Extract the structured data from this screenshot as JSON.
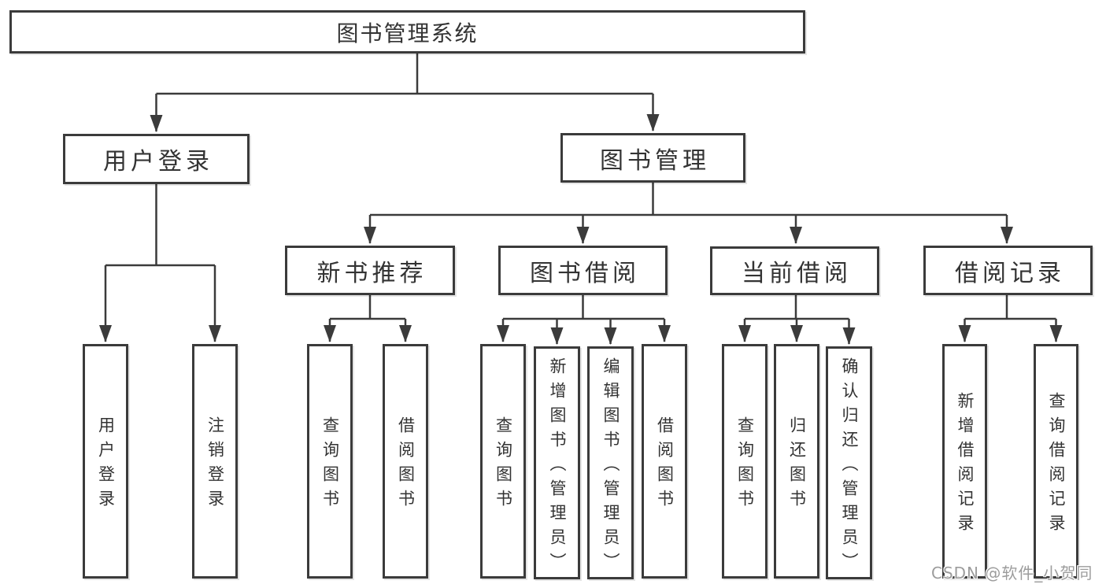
{
  "colors": {
    "line": "#3b3b3b",
    "box_border": "#3b3b3b",
    "box_fill": "#ffffff",
    "text": "#333333",
    "background": "#ffffff",
    "watermark_color": "#9c9c9c"
  },
  "watermark": "CSDN @软件_小贺同学",
  "tree": {
    "label": "图书管理系统",
    "children": [
      {
        "label": "用户登录",
        "children": [
          {
            "label": "用户登录"
          },
          {
            "label": "注销登录"
          }
        ]
      },
      {
        "label": "图书管理",
        "children": [
          {
            "label": "新书推荐",
            "children": [
              {
                "label": "查询图书"
              },
              {
                "label": "借阅图书"
              }
            ]
          },
          {
            "label": "图书借阅",
            "children": [
              {
                "label": "查询图书"
              },
              {
                "label": "新增图书（管理员）"
              },
              {
                "label": "编辑图书（管理员）"
              },
              {
                "label": "借阅图书"
              }
            ]
          },
          {
            "label": "当前借阅",
            "children": [
              {
                "label": "查询图书"
              },
              {
                "label": "归还图书"
              },
              {
                "label": "确认归还（管理员）"
              }
            ]
          },
          {
            "label": "借阅记录",
            "children": [
              {
                "label": "新增借阅记录"
              },
              {
                "label": "查询借阅记录"
              }
            ]
          }
        ]
      }
    ]
  }
}
